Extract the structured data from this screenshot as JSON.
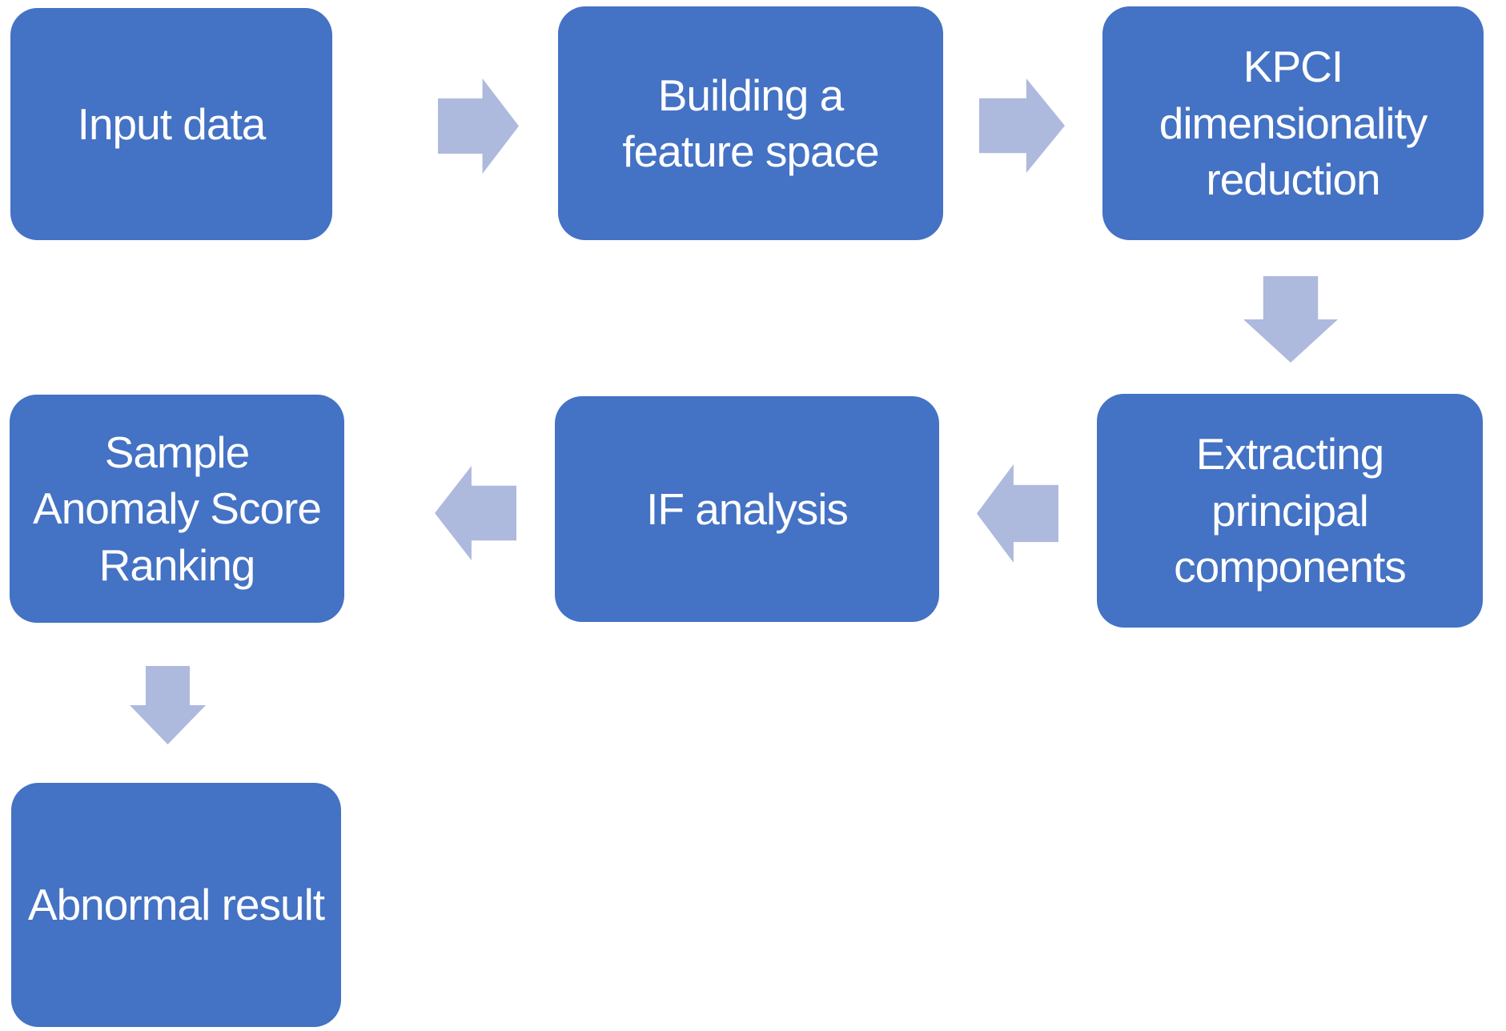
{
  "diagram": {
    "type": "flowchart",
    "colors": {
      "background": "#ffffff",
      "node_fill": "#4472C4",
      "node_text": "#ffffff",
      "arrow_fill": "#AEB9DE"
    },
    "nodes": [
      {
        "id": "input-data",
        "label": "Input data"
      },
      {
        "id": "building-feature-space",
        "label": "Building a\nfeature space"
      },
      {
        "id": "kpci-dimensionality-reduction",
        "label": "KPCI\ndimensionality\nreduction"
      },
      {
        "id": "extracting-principal-components",
        "label": "Extracting\nprincipal\ncomponents"
      },
      {
        "id": "if-analysis",
        "label": "IF analysis"
      },
      {
        "id": "sample-anomaly-score-ranking",
        "label": "Sample\nAnomaly Score\nRanking"
      },
      {
        "id": "abnormal-result",
        "label": "Abnormal result"
      }
    ],
    "edges": [
      {
        "from": "input-data",
        "to": "building-feature-space",
        "direction": "right"
      },
      {
        "from": "building-feature-space",
        "to": "kpci-dimensionality-reduction",
        "direction": "right"
      },
      {
        "from": "kpci-dimensionality-reduction",
        "to": "extracting-principal-components",
        "direction": "down"
      },
      {
        "from": "extracting-principal-components",
        "to": "if-analysis",
        "direction": "left"
      },
      {
        "from": "if-analysis",
        "to": "sample-anomaly-score-ranking",
        "direction": "left"
      },
      {
        "from": "sample-anomaly-score-ranking",
        "to": "abnormal-result",
        "direction": "down"
      }
    ]
  }
}
